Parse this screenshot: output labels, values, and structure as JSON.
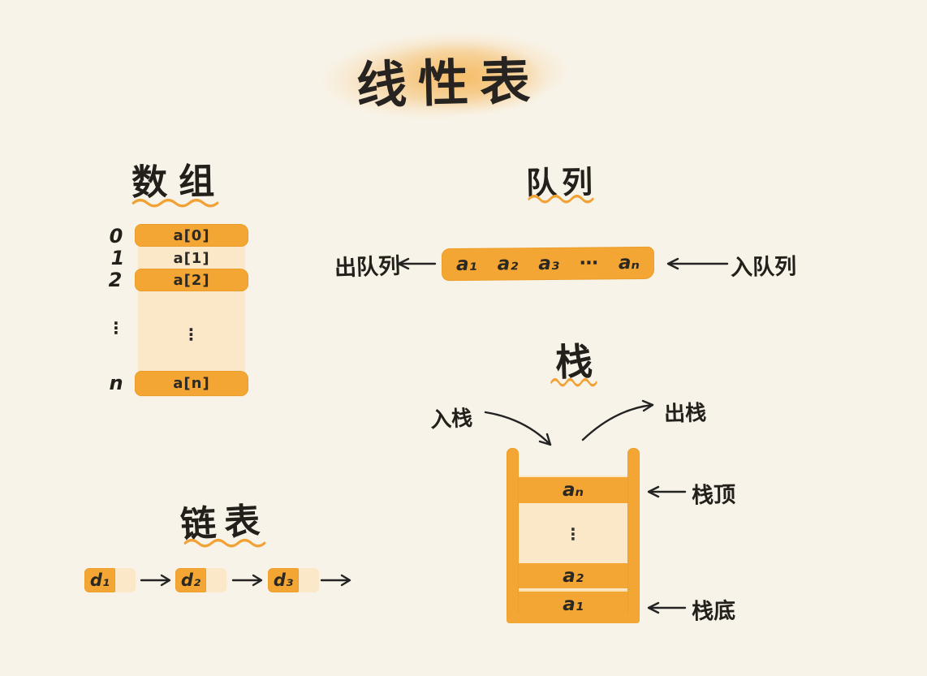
{
  "title": "线性表",
  "array": {
    "heading": "数组",
    "indices": [
      "0",
      "1",
      "2",
      "⋮",
      "n"
    ],
    "cells": [
      "a[0]",
      "a[1]",
      "a[2]",
      "⋮",
      "a[n]"
    ]
  },
  "queue": {
    "heading": "队列",
    "items": [
      "a₁",
      "a₂",
      "a₃",
      "⋯",
      "aₙ"
    ],
    "dequeue_label": "出队列",
    "enqueue_label": "入队列"
  },
  "stack": {
    "heading": "栈",
    "push_label": "入栈",
    "pop_label": "出栈",
    "top_label": "栈顶",
    "bottom_label": "栈底",
    "cells": [
      "aₙ",
      "⋮",
      "a₂",
      "a₁"
    ]
  },
  "linked_list": {
    "heading": "链表",
    "nodes": [
      "d₁",
      "d₂",
      "d₃"
    ]
  },
  "colors": {
    "background": "#f8f3e8",
    "orange": "#f4a634",
    "cream": "#fbe8c8",
    "ink": "#232323"
  }
}
